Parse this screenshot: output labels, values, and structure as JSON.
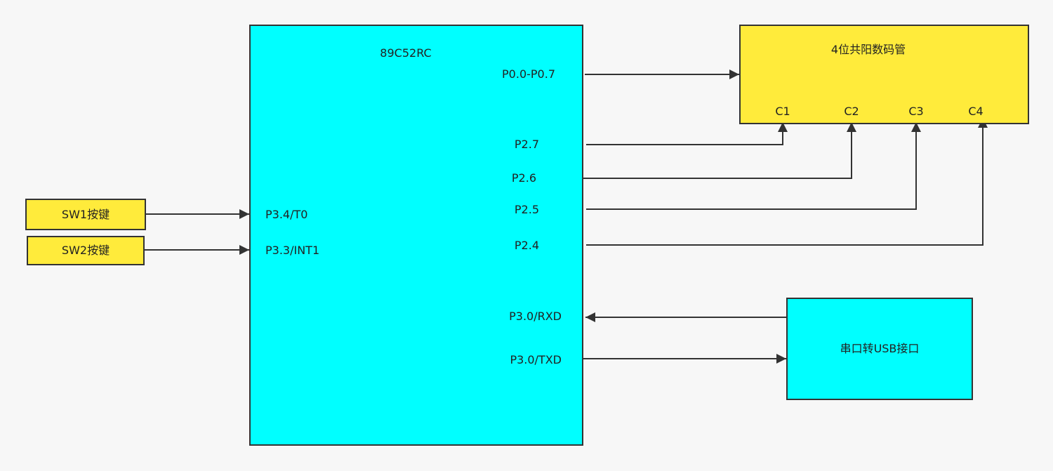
{
  "colors": {
    "mcu_fill": "#00ffff",
    "display_fill": "#ffeb3b",
    "switch_fill": "#ffeb3b",
    "usb_fill": "#00ffff",
    "line": "#333333",
    "background": "#f7f7f7"
  },
  "mcu": {
    "title": "89C52RC",
    "pins": {
      "p0": "P0.0-P0.7",
      "p27": "P2.7",
      "p26": "P2.6",
      "p25": "P2.5",
      "p24": "P2.4",
      "p34": "P3.4/T0",
      "p33": "P3.3/INT1",
      "rxd": "P3.0/RXD",
      "txd": "P3.0/TXD"
    }
  },
  "display": {
    "title": "4位共阳数码管",
    "digits": [
      "C1",
      "C2",
      "C3",
      "C4"
    ]
  },
  "switches": [
    {
      "label": "SW1按键"
    },
    {
      "label": "SW2按键"
    }
  ],
  "usb": {
    "label": "串口转USB接口"
  }
}
